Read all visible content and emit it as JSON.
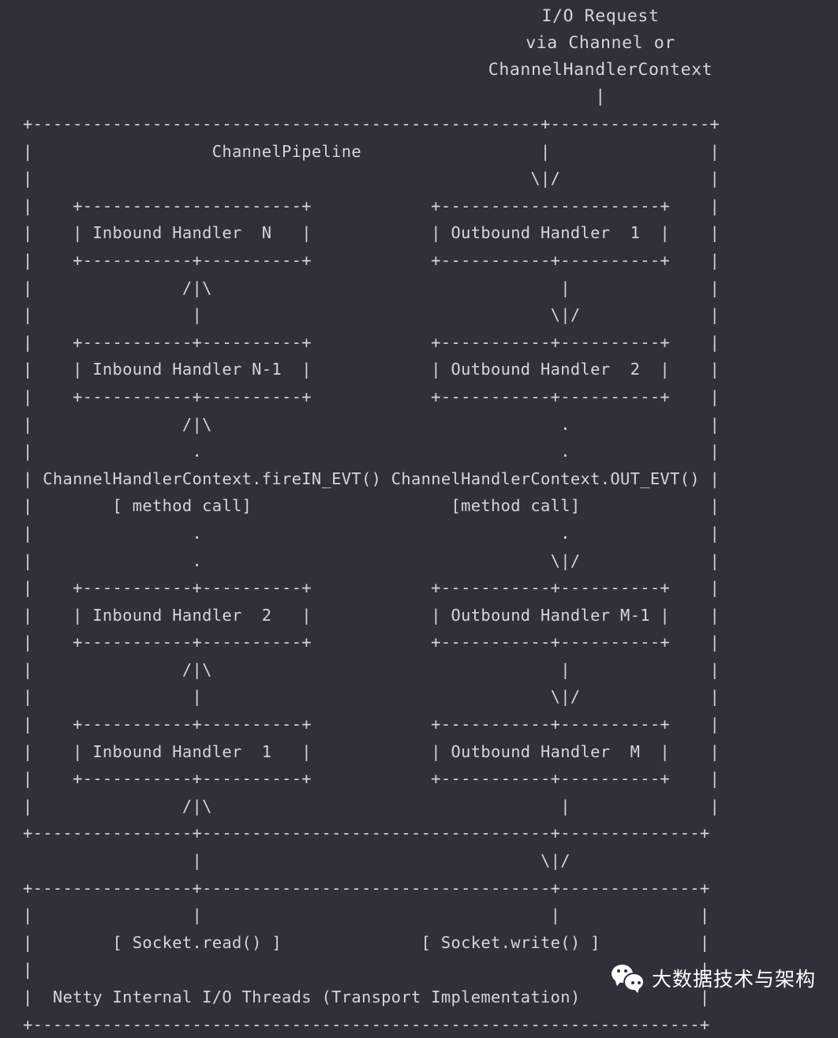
{
  "diagram": {
    "title": "Netty ChannelPipeline",
    "colors": {
      "background": "#2e313a",
      "text": "#d2d5da",
      "watermark_text": "#ffffff",
      "watermark_logo": "#ffffff"
    },
    "header": {
      "line1": "I/O Request",
      "line2": "via Channel or",
      "line3": "ChannelHandlerContext",
      "line4": "|"
    },
    "labels": {
      "pipeline": "ChannelPipeline",
      "inbound_handler_n": "Inbound Handler  N",
      "inbound_handler_n_minus_1": "Inbound Handler N-1",
      "inbound_handler_2": "Inbound Handler  2",
      "inbound_handler_1": "Inbound Handler  1",
      "outbound_handler_1": "Outbound Handler  1",
      "outbound_handler_2": "Outbound Handler  2",
      "outbound_handler_m_minus_1": "Outbound Handler M-1",
      "outbound_handler_m": "Outbound Handler  M",
      "inbound_fire_event": "ChannelHandlerContext.fireIN_EVT()",
      "outbound_event": "ChannelHandlerContext.OUT_EVT()",
      "inbound_method_call": "[ method call]",
      "outbound_method_call": "[method call]",
      "socket_read": "[ Socket.read() ]",
      "socket_write": "[ Socket.write() ]",
      "netty_threads": "Netty Internal I/O Threads (Transport Implementation)"
    },
    "arrows": {
      "up": "/|\\",
      "down": "\\|/",
      "vertical": "|",
      "dot": "."
    },
    "ascii": "+---------------------------------------------------+----------------+\n|                  ChannelPipeline                  |                |\n|                                                  \\|/               |\n|    +----------------------+            +----------------------+    |\n|    | Inbound Handler  N   |            | Outbound Handler  1  |    |\n|    +-----------+----------+            +-----------+----------+    |\n|               /|\\                                   |              |\n|                |                                   \\|/             |\n|    +-----------+----------+            +-----------+----------+    |\n|    | Inbound Handler N-1  |            | Outbound Handler  2  |    |\n|    +-----------+----------+            +-----------+----------+    |\n|               /|\\                                   .              |\n|                .                                    .              |\n| ChannelHandlerContext.fireIN_EVT() ChannelHandlerContext.OUT_EVT() |\n|        [ method call]                    [method call]             |\n|                .                                    .              |\n|                .                                   \\|/             |\n|    +-----------+----------+            +-----------+----------+    |\n|    | Inbound Handler  2   |            | Outbound Handler M-1 |    |\n|    +-----------+----------+            +-----------+----------+    |\n|               /|\\                                   |              |\n|                |                                   \\|/             |\n|    +-----------+----------+            +-----------+----------+    |\n|    | Inbound Handler  1   |            | Outbound Handler  M  |    |\n|    +-----------+----------+            +-----------+----------+    |\n|               /|\\                                   |              |\n+----------------+-----------------------------------+--------------+\n                 |                                  \\|/\n+----------------+-----------------------------------+--------------+\n|                |                                   |              |\n|        [ Socket.read() ]              [ Socket.write() ]          |\n|                                                                   |\n|  Netty Internal I/O Threads (Transport Implementation)            |\n+-------------------------------------------------------------------+"
  },
  "watermark": {
    "icon": "wechat-logo-icon",
    "text": "大数据技术与架构"
  }
}
